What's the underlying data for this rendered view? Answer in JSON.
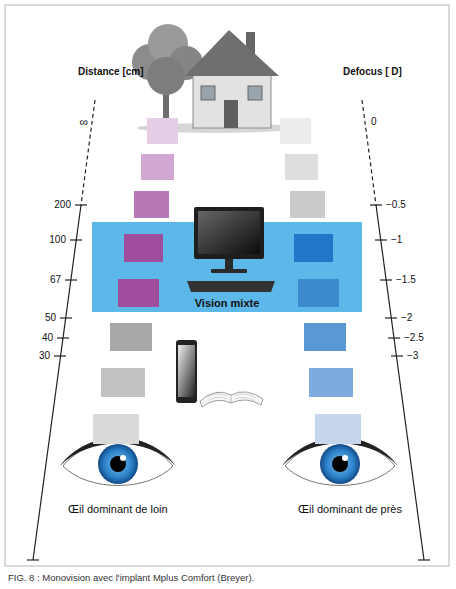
{
  "diagram": {
    "caption": "FIG. 8 : Monovision avec l'implant Mplus Comfort (Breyer).",
    "nodes": [
      {
        "text": [
          "Vision mixte"
        ]
      }
    ],
    "labels": [
      "Distance [cm]",
      "Defocus [ D]",
      "∞",
      "200",
      "100",
      "67",
      "50",
      "40",
      "30",
      "0",
      "−0.5",
      "−1",
      "−1.5",
      "−2",
      "−2.5",
      "−3",
      "Œil dominant de loin",
      "Œil dominant de près"
    ]
  }
}
